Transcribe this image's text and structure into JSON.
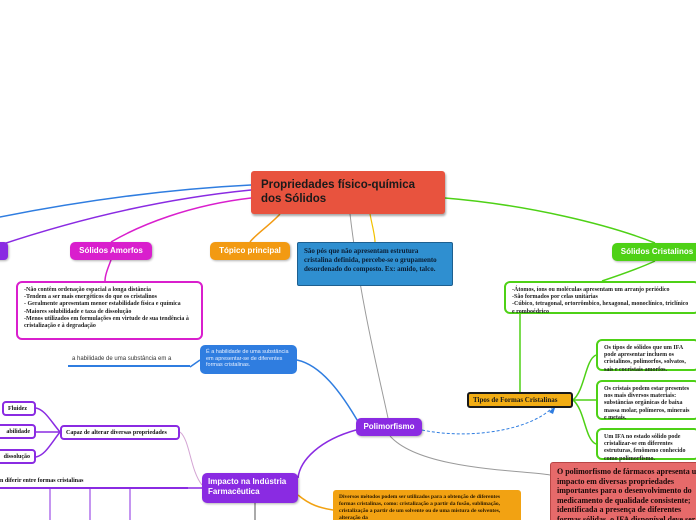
{
  "central": {
    "title": "Propriedades físico-química dos Sólidos"
  },
  "nodes": {
    "solidos_amorfos": "Sólidos Amorfos",
    "topico_principal": "Tópico principal",
    "solidos_cristalinos": "Sólidos Cristalinos",
    "polimorfismo": "Polimorfismo",
    "impacto": "Impacto na Indústria Farmacêutica",
    "tipos_formas": "Tipos de Formas Cristalinas"
  },
  "notes": {
    "amorfos_desc": "São pós que não apresentam estrutura cristalina definida, percebe-se o grupamento desordenado do composto. Ex: amido, talco.",
    "amorfos_detalhes": [
      "-Não contêm ordenação espacial a longa distância",
      "-Tendem a ser mais energéticos do que os cristalinos",
      "- Geralmente apresentam menor estabilidade física e química",
      "-Maiores solubilidade e taxa de dissolução",
      "-Menos utilizados em formulações em virtude de sua tendência à cristalização e à degradação"
    ],
    "cristalinos_detalhes": [
      "-Átomos, íons ou moléculas apresentam um arranjo periódico",
      "-São formados por celas unitárias",
      "-Cúbico, tetragonal, ortorrômbico, hexagonal, monoclínico, triclínico e romboédrico"
    ],
    "cristal_1": "Os tipos de sólidos que um IFA pode apresentar incluem os cristalinos, polimorfos, solvatos, sais e cocristais amorfos.",
    "cristal_2": "Os cristais podem estar presentes nos mais diversos materiais: substâncias orgânicas de baixa massa molar, polímeros, minerais e metais.",
    "cristal_3": "Um IFA no estado sólido pode cristalizar-se em diferentes estruturas, fenômeno conhecido como polimorfismo.",
    "habilidade_blue": "É a habilidade de uma substância em apresentar-se de diferentes formas cristalinas.",
    "habilidade_label": "a habilidade de uma substância em a",
    "capaz": "Capaz de alterar diversas propriedades",
    "fluidez": "Fluidez",
    "estabilidade": "abilidade",
    "dissolucao": "dissolução",
    "diferir": "n diferir entre formas cristalinas",
    "metodos": "Diversos métodos podem ser utilizados para a obtenção de diferentes formas cristalinas, como: cristalização a partir da fusão, sublimação, cristalização a partir de um solvente ou de uma mistura de solventes, alteração da",
    "impacto_red": "O polimorfismo de fármacos apresenta um impacto em diversas propriedades importantes para o desenvolvimento do medicamento de qualidade consistente; identificada a presença de diferentes formas sólidas, o IFA disponível deve ser avaliado quanto às características e efeitos que"
  },
  "colors": {
    "central": "#e8533e",
    "amorfos": "#d91fcd",
    "topico": "#f29a12",
    "cristalinos": "#4ed116",
    "polimorfismo": "#8a2be2",
    "note_blue": "#2f8fd0",
    "note_orange": "#f2a212",
    "note_red": "#e66a6a"
  }
}
